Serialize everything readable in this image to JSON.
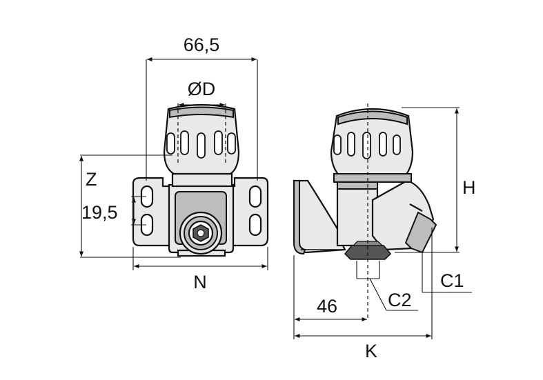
{
  "labels": {
    "width": "66,5",
    "diameter": "ØD",
    "z": "Z",
    "spacing": "19,5",
    "n": "N",
    "h": "H",
    "c1": "C1",
    "c2": "C2",
    "offset": "46",
    "k": "K"
  },
  "colors": {
    "ink": "#111111",
    "body": "#e9e9e9",
    "shade": "#bdbdbd"
  }
}
